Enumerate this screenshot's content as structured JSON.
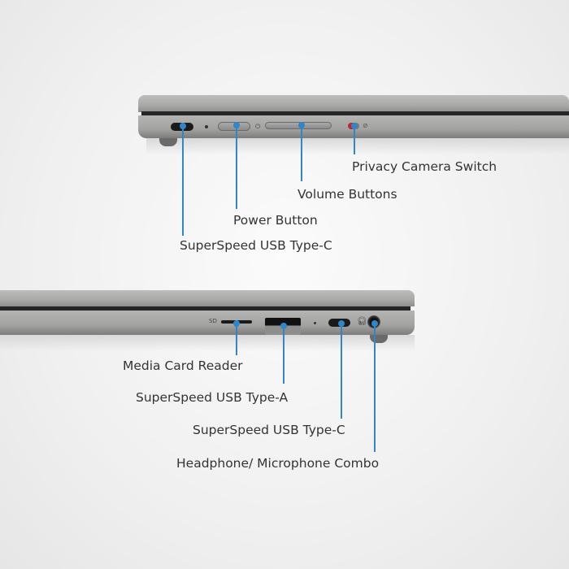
{
  "top_view": {
    "labels": {
      "privacy_camera_switch": "Privacy Camera Switch",
      "volume_buttons": "Volume Buttons",
      "power_button": "Power Button",
      "usb_c": "SuperSpeed USB Type-C"
    }
  },
  "bottom_view": {
    "port_marking_sd": "SD",
    "labels": {
      "media_card_reader": "Media Card Reader",
      "usb_a": "SuperSpeed USB Type-A",
      "usb_c": "SuperSpeed USB Type-C",
      "headphone_combo": "Headphone/ Microphone Combo"
    }
  },
  "colors": {
    "callout": "#2f86c8"
  }
}
